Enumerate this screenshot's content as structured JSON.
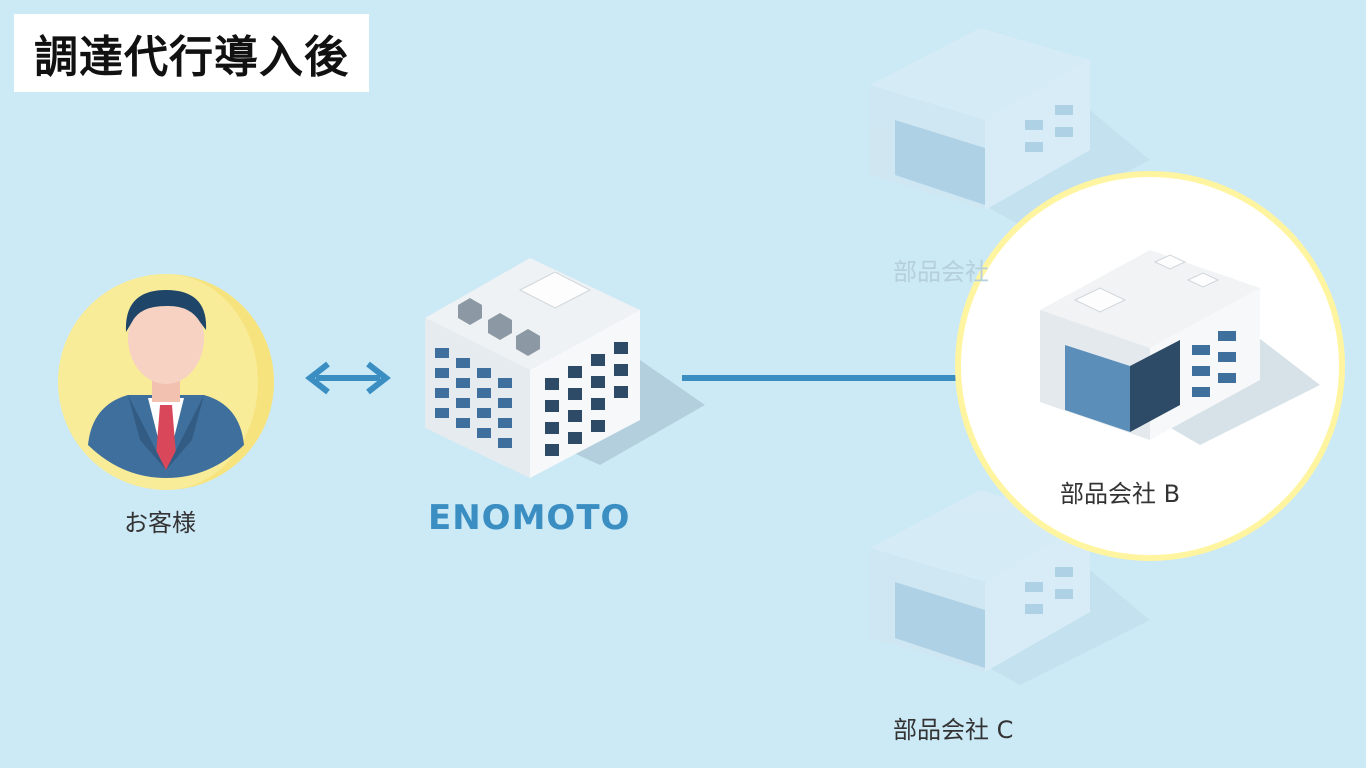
{
  "title": "調達代行導入後",
  "customer": {
    "label": "お客様"
  },
  "company": {
    "logo_text": "ENOMOTO"
  },
  "suppliers": {
    "a_label": "部品会社",
    "b_label": "部品会社 B",
    "c_label": "部品会社 C"
  },
  "colors": {
    "background": "#cce9f6",
    "arrow": "#3a8ec2",
    "highlight_ring": "#fff4a0",
    "customer_circle": "#f9ec98"
  }
}
